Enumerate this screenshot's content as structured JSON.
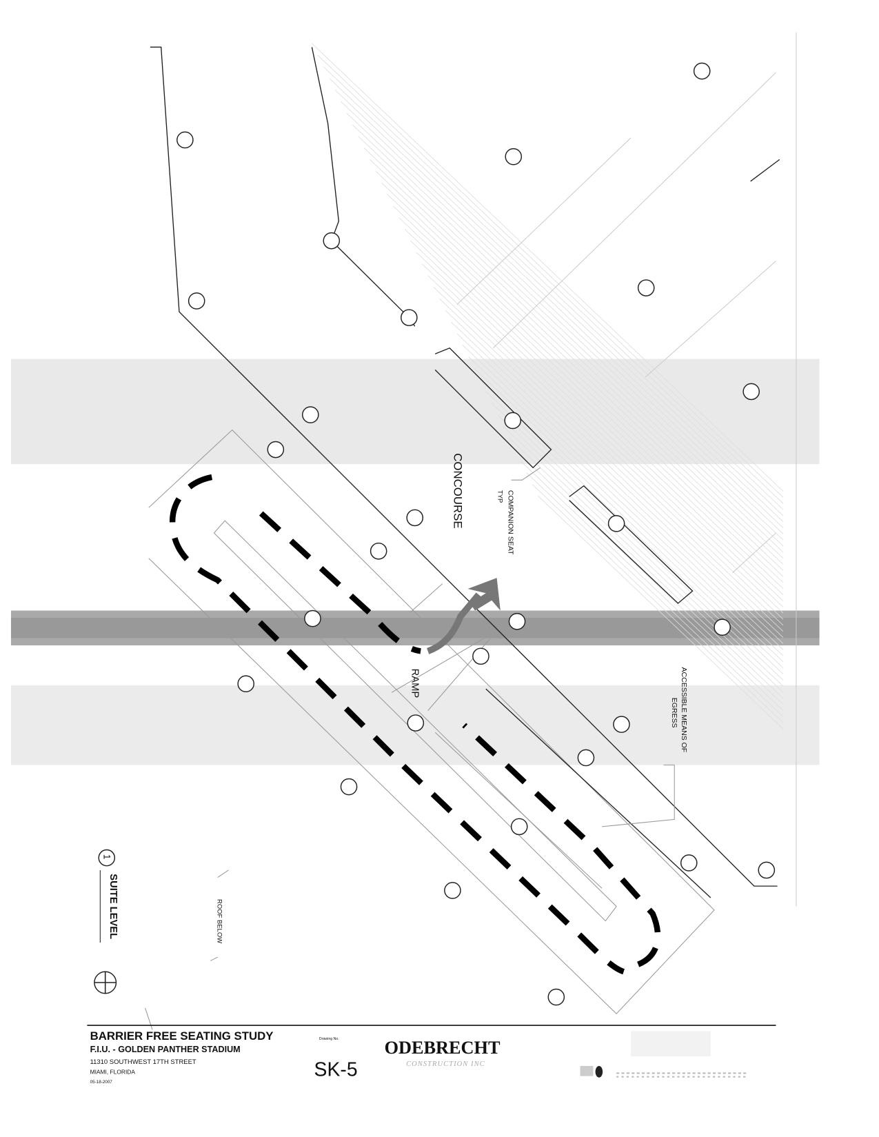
{
  "drawing": {
    "labels": {
      "concourse": "CONCOURSE",
      "companion_seat": "COMPANION SEAT",
      "companion_seat_typ": "TYP",
      "ramp": "RAMP",
      "egress_line1": "ACCESSIBLE MEANS OF",
      "egress_line2": "EGRESS",
      "roof_below": "ROOF BELOW",
      "view_number": "1",
      "view_title": "SUITE LEVEL"
    }
  },
  "title_block": {
    "title": "BARRIER FREE SEATING STUDY",
    "project": "F.I.U. - GOLDEN PANTHER STADIUM",
    "address": "11310 SOUTHWEST 17TH STREET",
    "city": "MIAMI, FLORIDA",
    "date": "05-18-2007",
    "drawing_no_label": "Drawing No.",
    "drawing_no": "SK-5",
    "company": "ODEBRECHT",
    "company_sub": "CONSTRUCTION INC"
  }
}
